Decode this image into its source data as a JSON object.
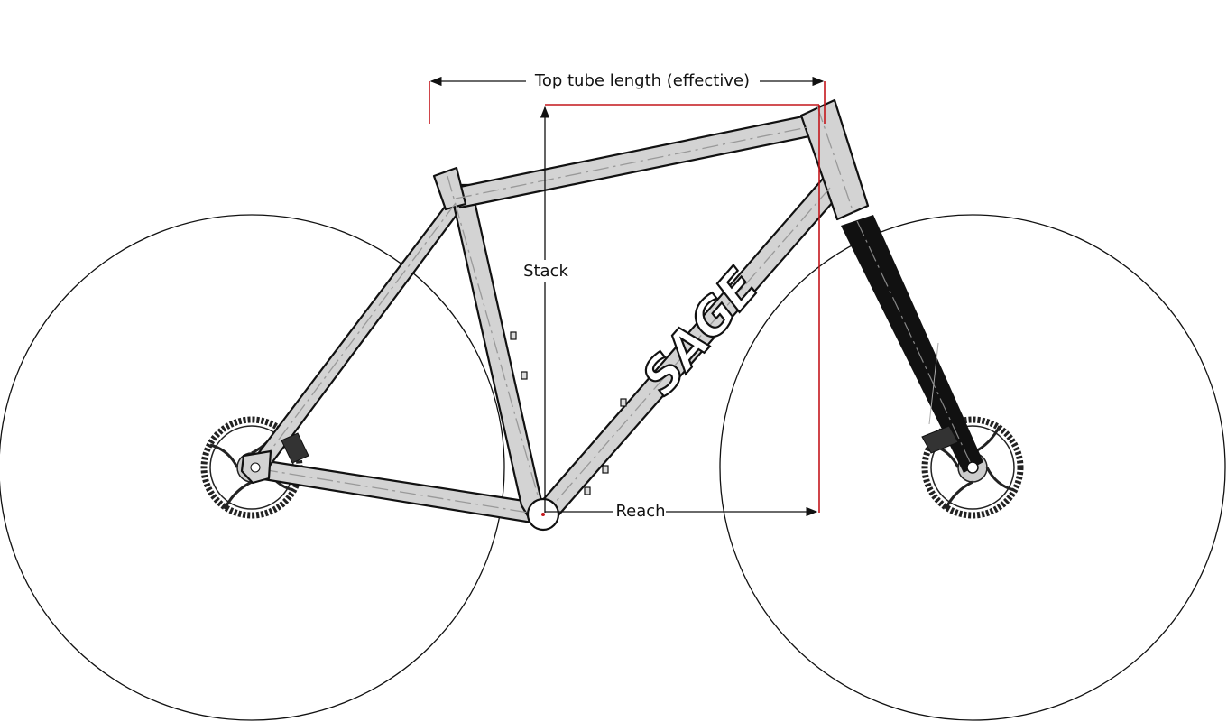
{
  "diagram": {
    "title_brand": "SAGE",
    "labels": {
      "top_tube": "Top tube length (effective)",
      "stack": "Stack",
      "reach": "Reach"
    },
    "colors": {
      "frame": "#d3d3d3",
      "fork": "#111111",
      "dimension_red": "#c4161c"
    }
  }
}
